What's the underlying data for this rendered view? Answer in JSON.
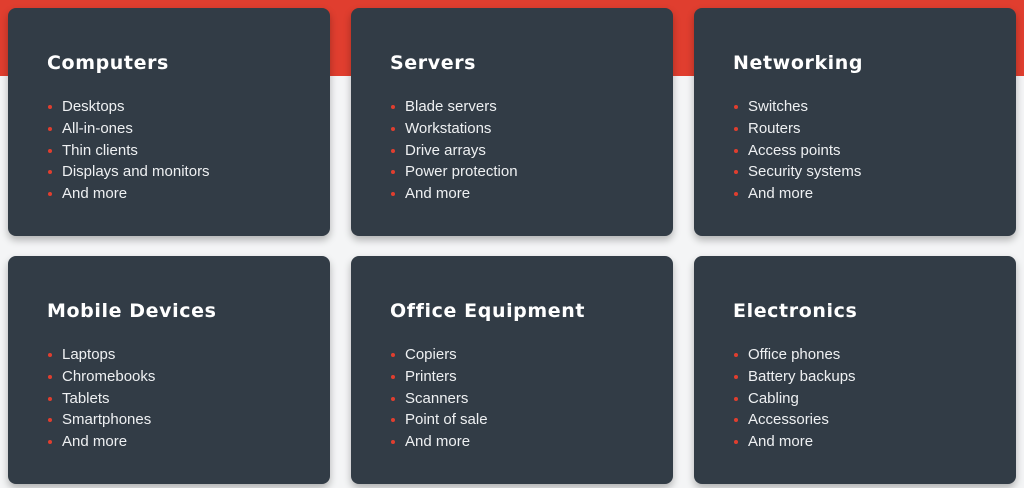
{
  "accent_color": "#e03e2f",
  "card_color": "#323c46",
  "categories": [
    {
      "title": "Computers",
      "items": [
        "Desktops",
        "All-in-ones",
        "Thin clients",
        "Displays and monitors",
        "And more"
      ]
    },
    {
      "title": "Servers",
      "items": [
        "Blade servers",
        "Workstations",
        "Drive arrays",
        "Power protection",
        "And more"
      ]
    },
    {
      "title": "Networking",
      "items": [
        "Switches",
        "Routers",
        "Access points",
        "Security systems",
        "And more"
      ]
    },
    {
      "title": "Mobile Devices",
      "items": [
        "Laptops",
        "Chromebooks",
        "Tablets",
        "Smartphones",
        "And more"
      ]
    },
    {
      "title": "Office Equipment",
      "items": [
        "Copiers",
        "Printers",
        "Scanners",
        "Point of sale",
        "And more"
      ]
    },
    {
      "title": "Electronics",
      "items": [
        "Office phones",
        "Battery backups",
        "Cabling",
        "Accessories",
        "And more"
      ]
    }
  ]
}
